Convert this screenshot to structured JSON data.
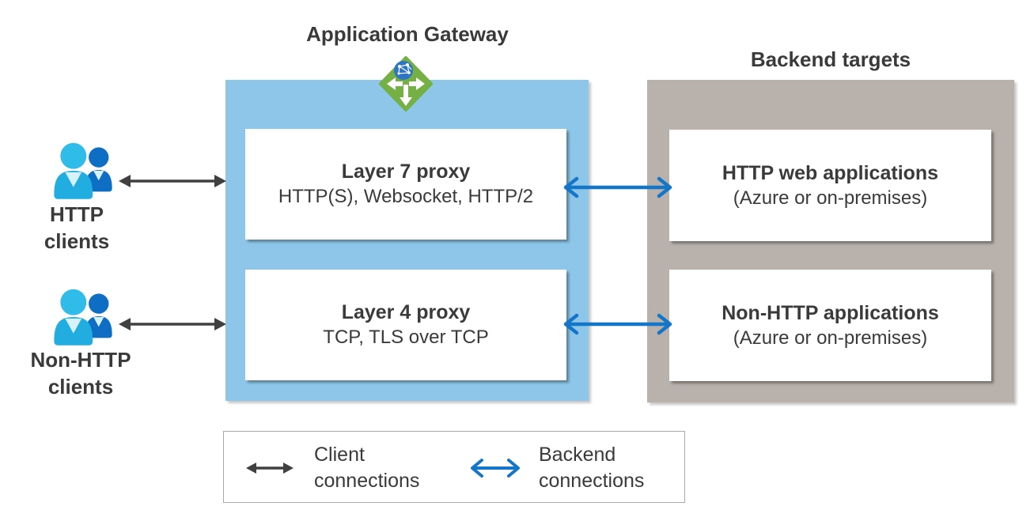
{
  "colors": {
    "gateway-box": "#8dc6e8",
    "backend-box": "#b9b1ab",
    "text": "#3a3a3a",
    "client-arrow": "#404040",
    "backend-arrow": "#1376c8",
    "legend-border": "#a9a9a9",
    "icon-green": "#74b043",
    "globe-blue": "#2e75c5",
    "person-front": "#22ade1",
    "person-front-head": "#2fbce9",
    "person-back": "#0d6ec4",
    "person-collar": "#d8f2fb"
  },
  "gateway": {
    "title": "Application Gateway",
    "icon": "application-gateway-icon",
    "boxes": [
      {
        "title": "Layer 7 proxy",
        "subtitle": "HTTP(S), Websocket, HTTP/2"
      },
      {
        "title": "Layer 4 proxy",
        "subtitle": "TCP, TLS over TCP"
      }
    ]
  },
  "backend": {
    "title": "Backend targets",
    "boxes": [
      {
        "title": "HTTP web applications",
        "subtitle": "(Azure or on-premises)"
      },
      {
        "title": "Non-HTTP applications",
        "subtitle": "(Azure or on-premises)"
      }
    ]
  },
  "clients": [
    {
      "label": "HTTP\nclients",
      "icon": "users-icon"
    },
    {
      "label": "Non-HTTP\nclients",
      "icon": "users-icon"
    }
  ],
  "legend": {
    "items": [
      {
        "label": "Client\nconnections",
        "icon": "black-double-arrow-icon"
      },
      {
        "label": "Backend\nconnections",
        "icon": "blue-double-arrow-icon"
      }
    ]
  }
}
